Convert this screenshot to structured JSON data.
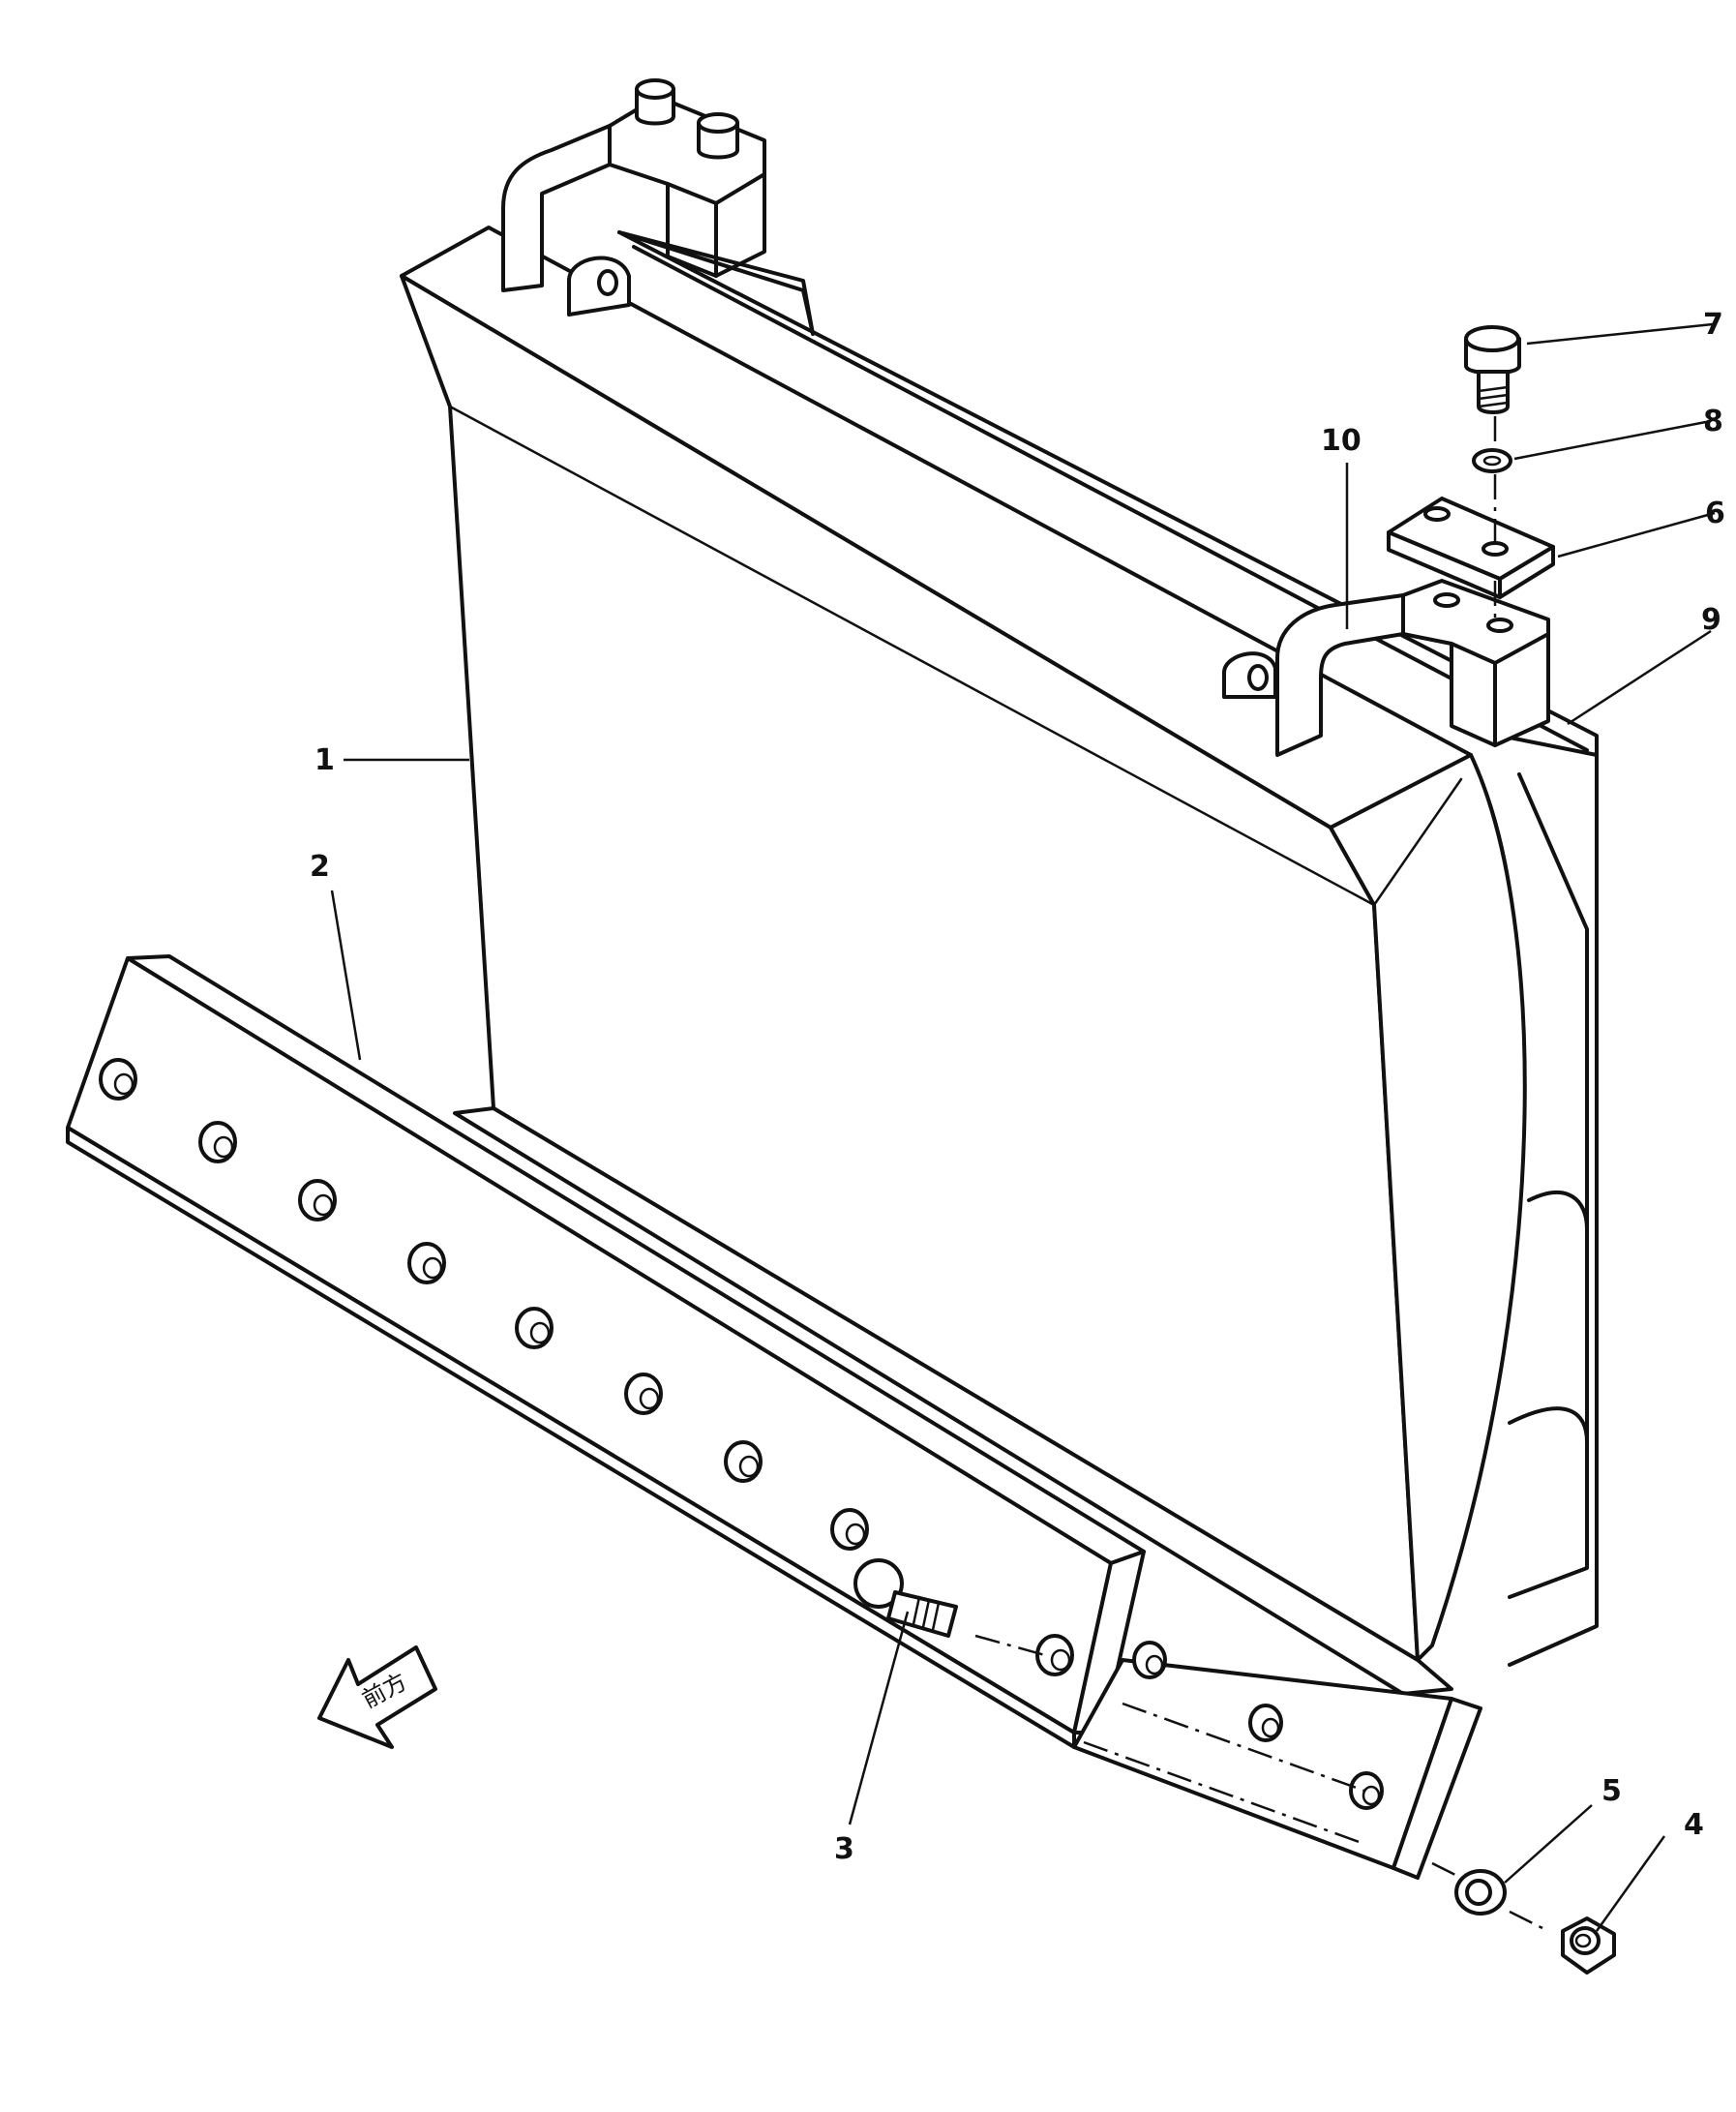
{
  "diagram": {
    "callouts": [
      {
        "id": "1",
        "label": "1"
      },
      {
        "id": "2",
        "label": "2"
      },
      {
        "id": "3",
        "label": "3"
      },
      {
        "id": "4",
        "label": "4"
      },
      {
        "id": "5",
        "label": "5"
      },
      {
        "id": "6",
        "label": "6"
      },
      {
        "id": "7",
        "label": "7"
      },
      {
        "id": "8",
        "label": "8"
      },
      {
        "id": "9",
        "label": "9"
      },
      {
        "id": "10",
        "label": "10"
      }
    ],
    "direction_arrow": {
      "label": "前方"
    }
  }
}
